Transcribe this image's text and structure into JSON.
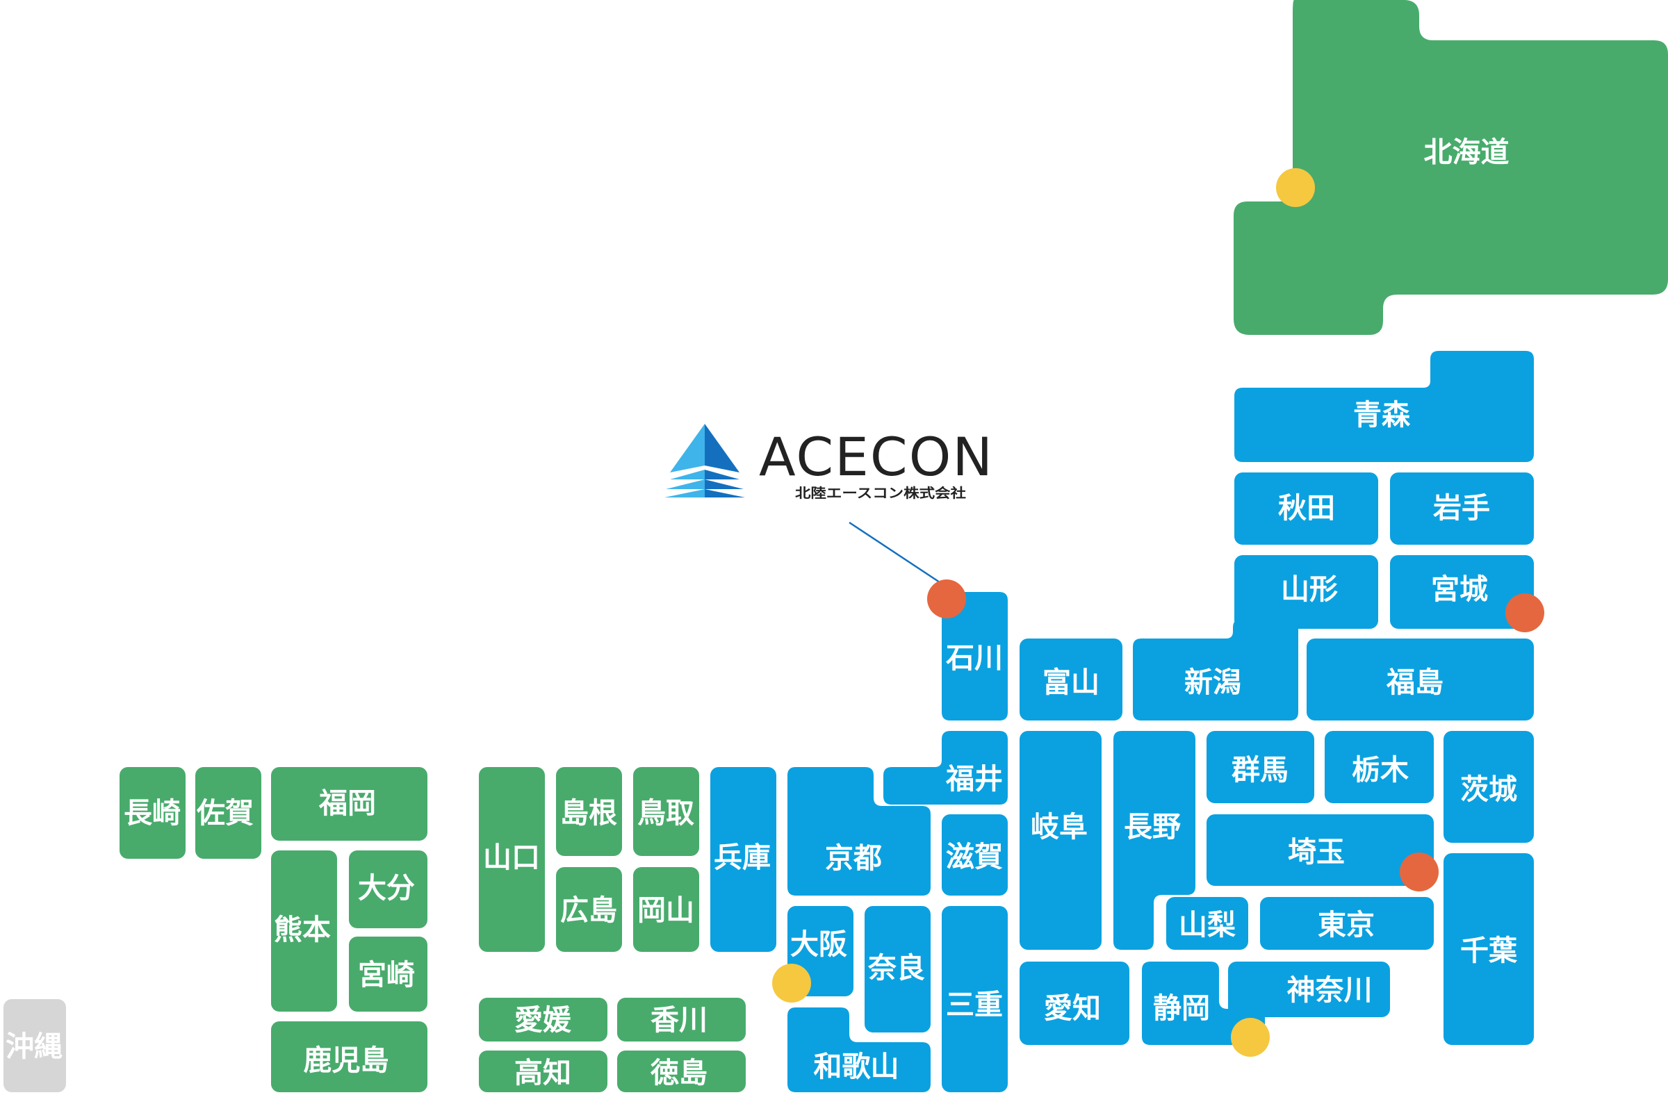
{
  "colors": {
    "green": "#48AB6C",
    "blue": "#0BA1E0",
    "gray": "#D6D6D6",
    "yellow_marker": "#F5C840",
    "orange_marker": "#E5673F",
    "logo_text": "#222222",
    "logo_blue_light": "#3FB4EA",
    "logo_blue_dark": "#1470BF"
  },
  "logo": {
    "name": "ACECON",
    "company": "北陸エースコン株式会社"
  },
  "prefectures": {
    "hokkaido": "北海道",
    "aomori": "青森",
    "akita": "秋田",
    "iwate": "岩手",
    "yamagata": "山形",
    "miyagi": "宮城",
    "fukushima": "福島",
    "niigata": "新潟",
    "toyama": "富山",
    "ishikawa": "石川",
    "fukui": "福井",
    "gifu": "岐阜",
    "nagano": "長野",
    "gunma": "群馬",
    "tochigi": "栃木",
    "ibaraki": "茨城",
    "saitama": "埼玉",
    "chiba": "千葉",
    "tokyo": "東京",
    "kanagawa": "神奈川",
    "yamanashi": "山梨",
    "shizuoka": "静岡",
    "aichi": "愛知",
    "mie": "三重",
    "shiga": "滋賀",
    "kyoto": "京都",
    "osaka": "大阪",
    "nara": "奈良",
    "wakayama": "和歌山",
    "hyogo": "兵庫",
    "tottori": "鳥取",
    "shimane": "島根",
    "okayama": "岡山",
    "hiroshima": "広島",
    "yamaguchi": "山口",
    "kagawa": "香川",
    "tokushima": "徳島",
    "ehime": "愛媛",
    "kochi": "高知",
    "fukuoka": "福岡",
    "saga": "佐賀",
    "nagasaki": "長崎",
    "kumamoto": "熊本",
    "oita": "大分",
    "miyazaki": "宮崎",
    "kagoshima": "鹿児島",
    "okinawa": "沖縄"
  }
}
